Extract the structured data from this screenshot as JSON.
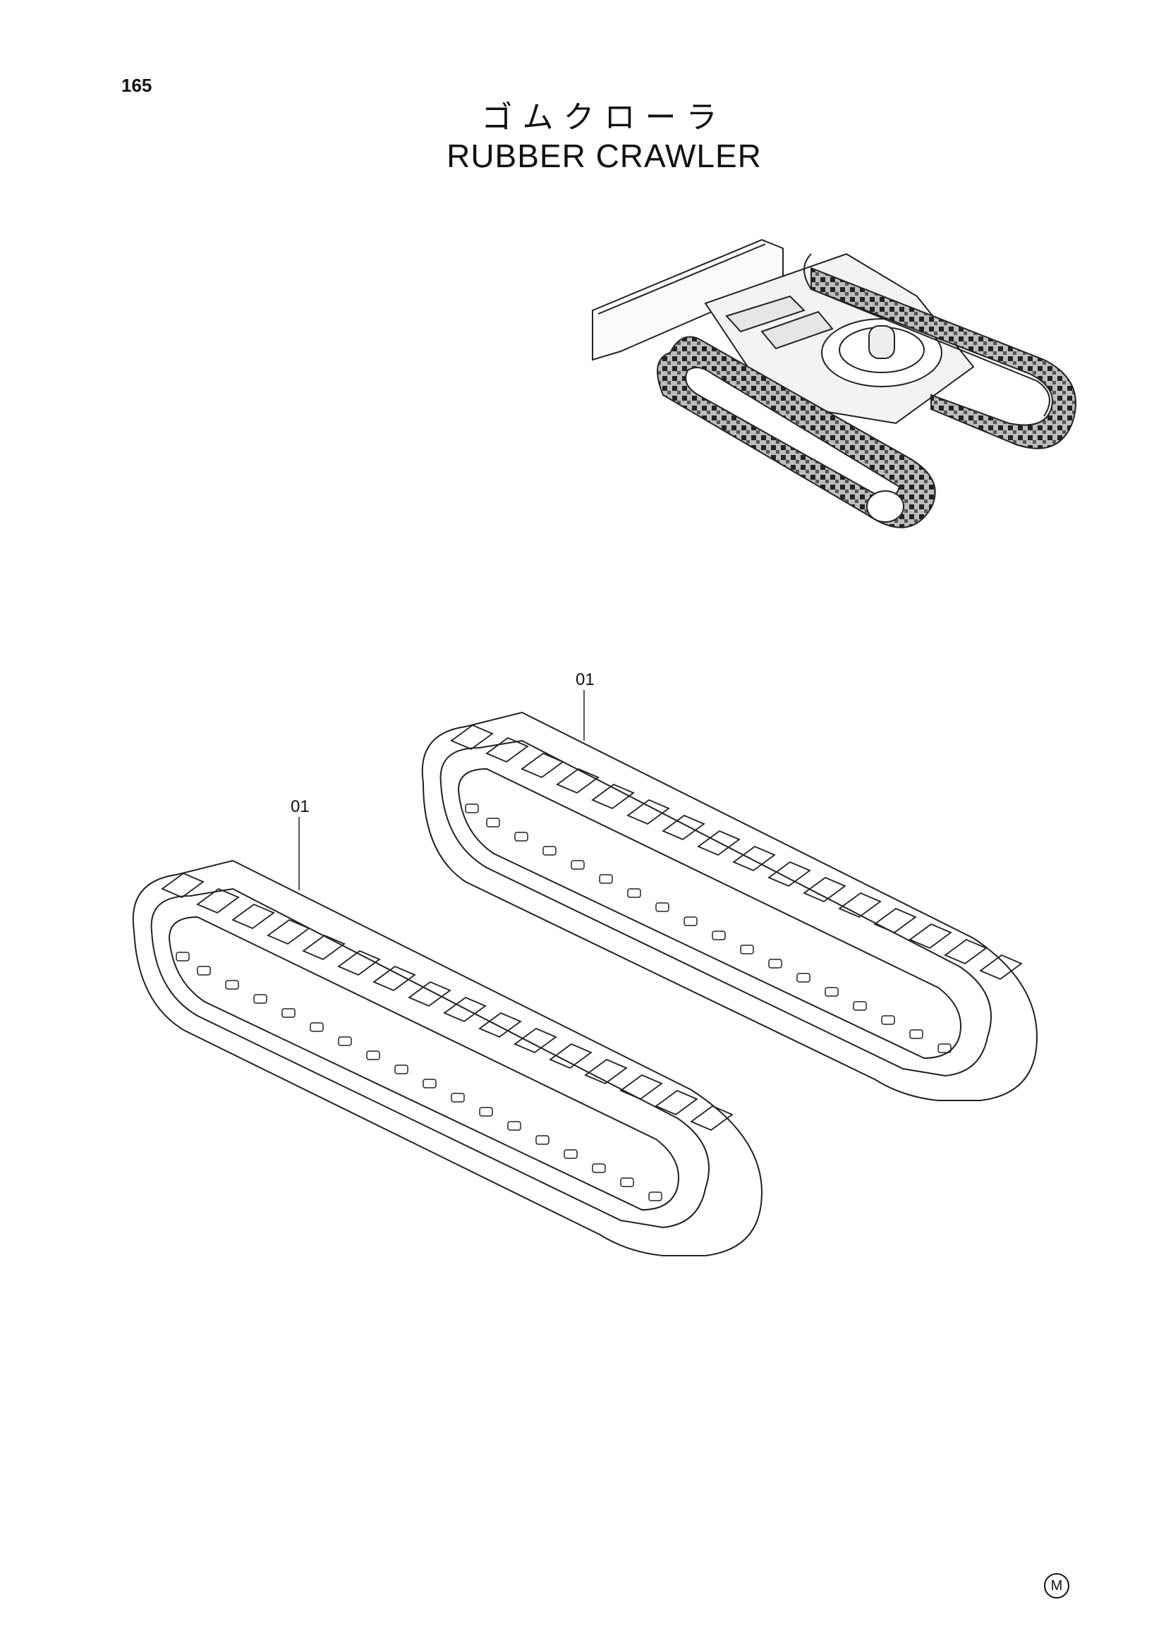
{
  "page": {
    "number": "165",
    "mark": "M"
  },
  "title": {
    "jp": "ゴムクローラ",
    "en": "RUBBER CRAWLER"
  },
  "callouts": [
    {
      "label": "01"
    },
    {
      "label": "01"
    }
  ]
}
